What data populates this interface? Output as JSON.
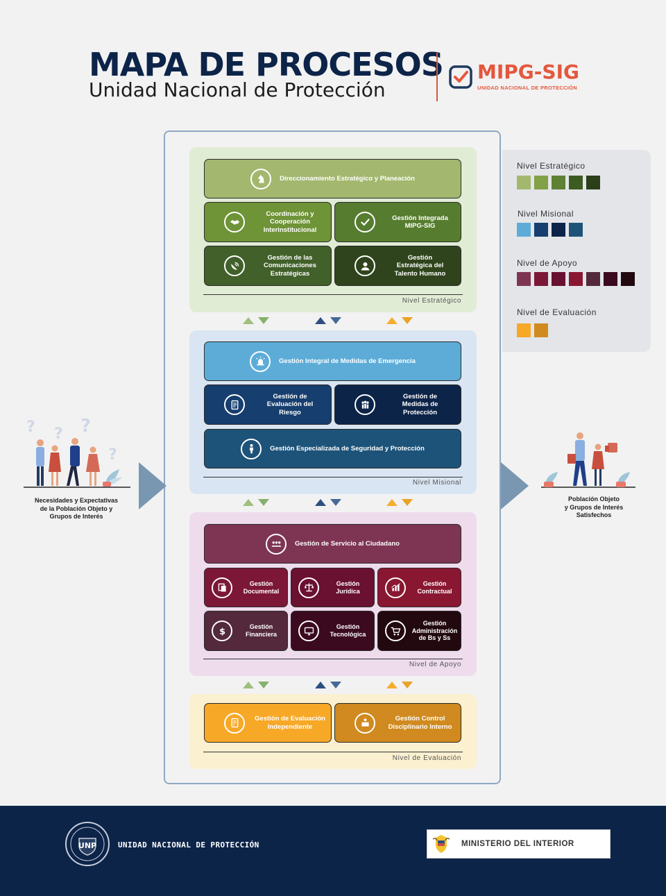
{
  "header": {
    "title": "MAPA DE PROCESOS",
    "subtitle": "Unidad Nacional de Protección",
    "logo_text": "MIPG-SIG",
    "logo_subtext": "UNIDAD NACIONAL DE PROTECCIÓN"
  },
  "levels": {
    "estrategico": {
      "label": "Nivel Estratégico",
      "processes": {
        "p1": "Direccionamiento Estratégico y Planeación",
        "p2": "Coordinación y\nCooperación\nInterinstitucional",
        "p3": "Gestión Integrada\nMIPG-SIG",
        "p4": "Gestión de las\nComunicaciones\nEstratégicas",
        "p5": "Gestión\nEstratégica del\nTalento Humano"
      }
    },
    "misional": {
      "label": "Nivel Misional",
      "processes": {
        "p1": "Gestión Integral de Medidas de Emergencia",
        "p2": "Gestión de\nEvaluación del\nRiesgo",
        "p3": "Gestión de\nMedidas de\nProtección",
        "p4": "Gestión Especializada de Seguridad y Protección"
      }
    },
    "apoyo": {
      "label": "Nivel de Apoyo",
      "processes": {
        "p1": "Gestión de Servicio al Ciudadano",
        "p2": "Gestión\nDocumental",
        "p3": "Gestión\nJurídica",
        "p4": "Gestión\nContractual",
        "p5": "Gestión\nFinanciera",
        "p6": "Gestión\nTecnológica",
        "p7": "Gestión\nAdministración\nde Bs y Ss"
      }
    },
    "evaluacion": {
      "label": "Nivel de Evaluación",
      "processes": {
        "p1": "Gestión de Evaluación\nIndependiente",
        "p2": "Gestión Control\nDisciplinario Interno"
      }
    }
  },
  "legend": {
    "estrategico": {
      "label": "Nivel Estratégico",
      "colors": [
        "#a3b86e",
        "#82a046",
        "#5e8133",
        "#3d5c22",
        "#2b3f18"
      ]
    },
    "misional": {
      "label": "Nivel Misional",
      "colors": [
        "#5dacd8",
        "#163e6e",
        "#0d2449",
        "#1d5379"
      ]
    },
    "apoyo": {
      "label": "Nivel de Apoyo",
      "colors": [
        "#7e3553",
        "#7c1737",
        "#6a1030",
        "#8a1731",
        "#53293b",
        "#3b0a1f",
        "#22090f"
      ]
    },
    "evaluacion": {
      "label": "Nivel de Evaluación",
      "colors": [
        "#f7a826",
        "#d08a1f"
      ]
    }
  },
  "side": {
    "left_text": "Necesidades y Expectativas\nde la Población Objeto y\nGrupos de Interés",
    "right_text": "Población Objeto\ny Grupos de Interés\nSatisfechos"
  },
  "footer": {
    "unp_name": "UNIDAD NACIONAL DE PROTECCIÓN",
    "ministerio": "MINISTERIO DEL INTERIOR",
    "seal_text": "UNP"
  },
  "colors": {
    "arrow_green_up": "#9fbf7c",
    "arrow_green_down": "#86b06c",
    "arrow_blue_up": "#2c4f80",
    "arrow_blue_down": "#456a98",
    "arrow_orange_up": "#f5ad2f",
    "arrow_orange_down": "#e9a325"
  }
}
